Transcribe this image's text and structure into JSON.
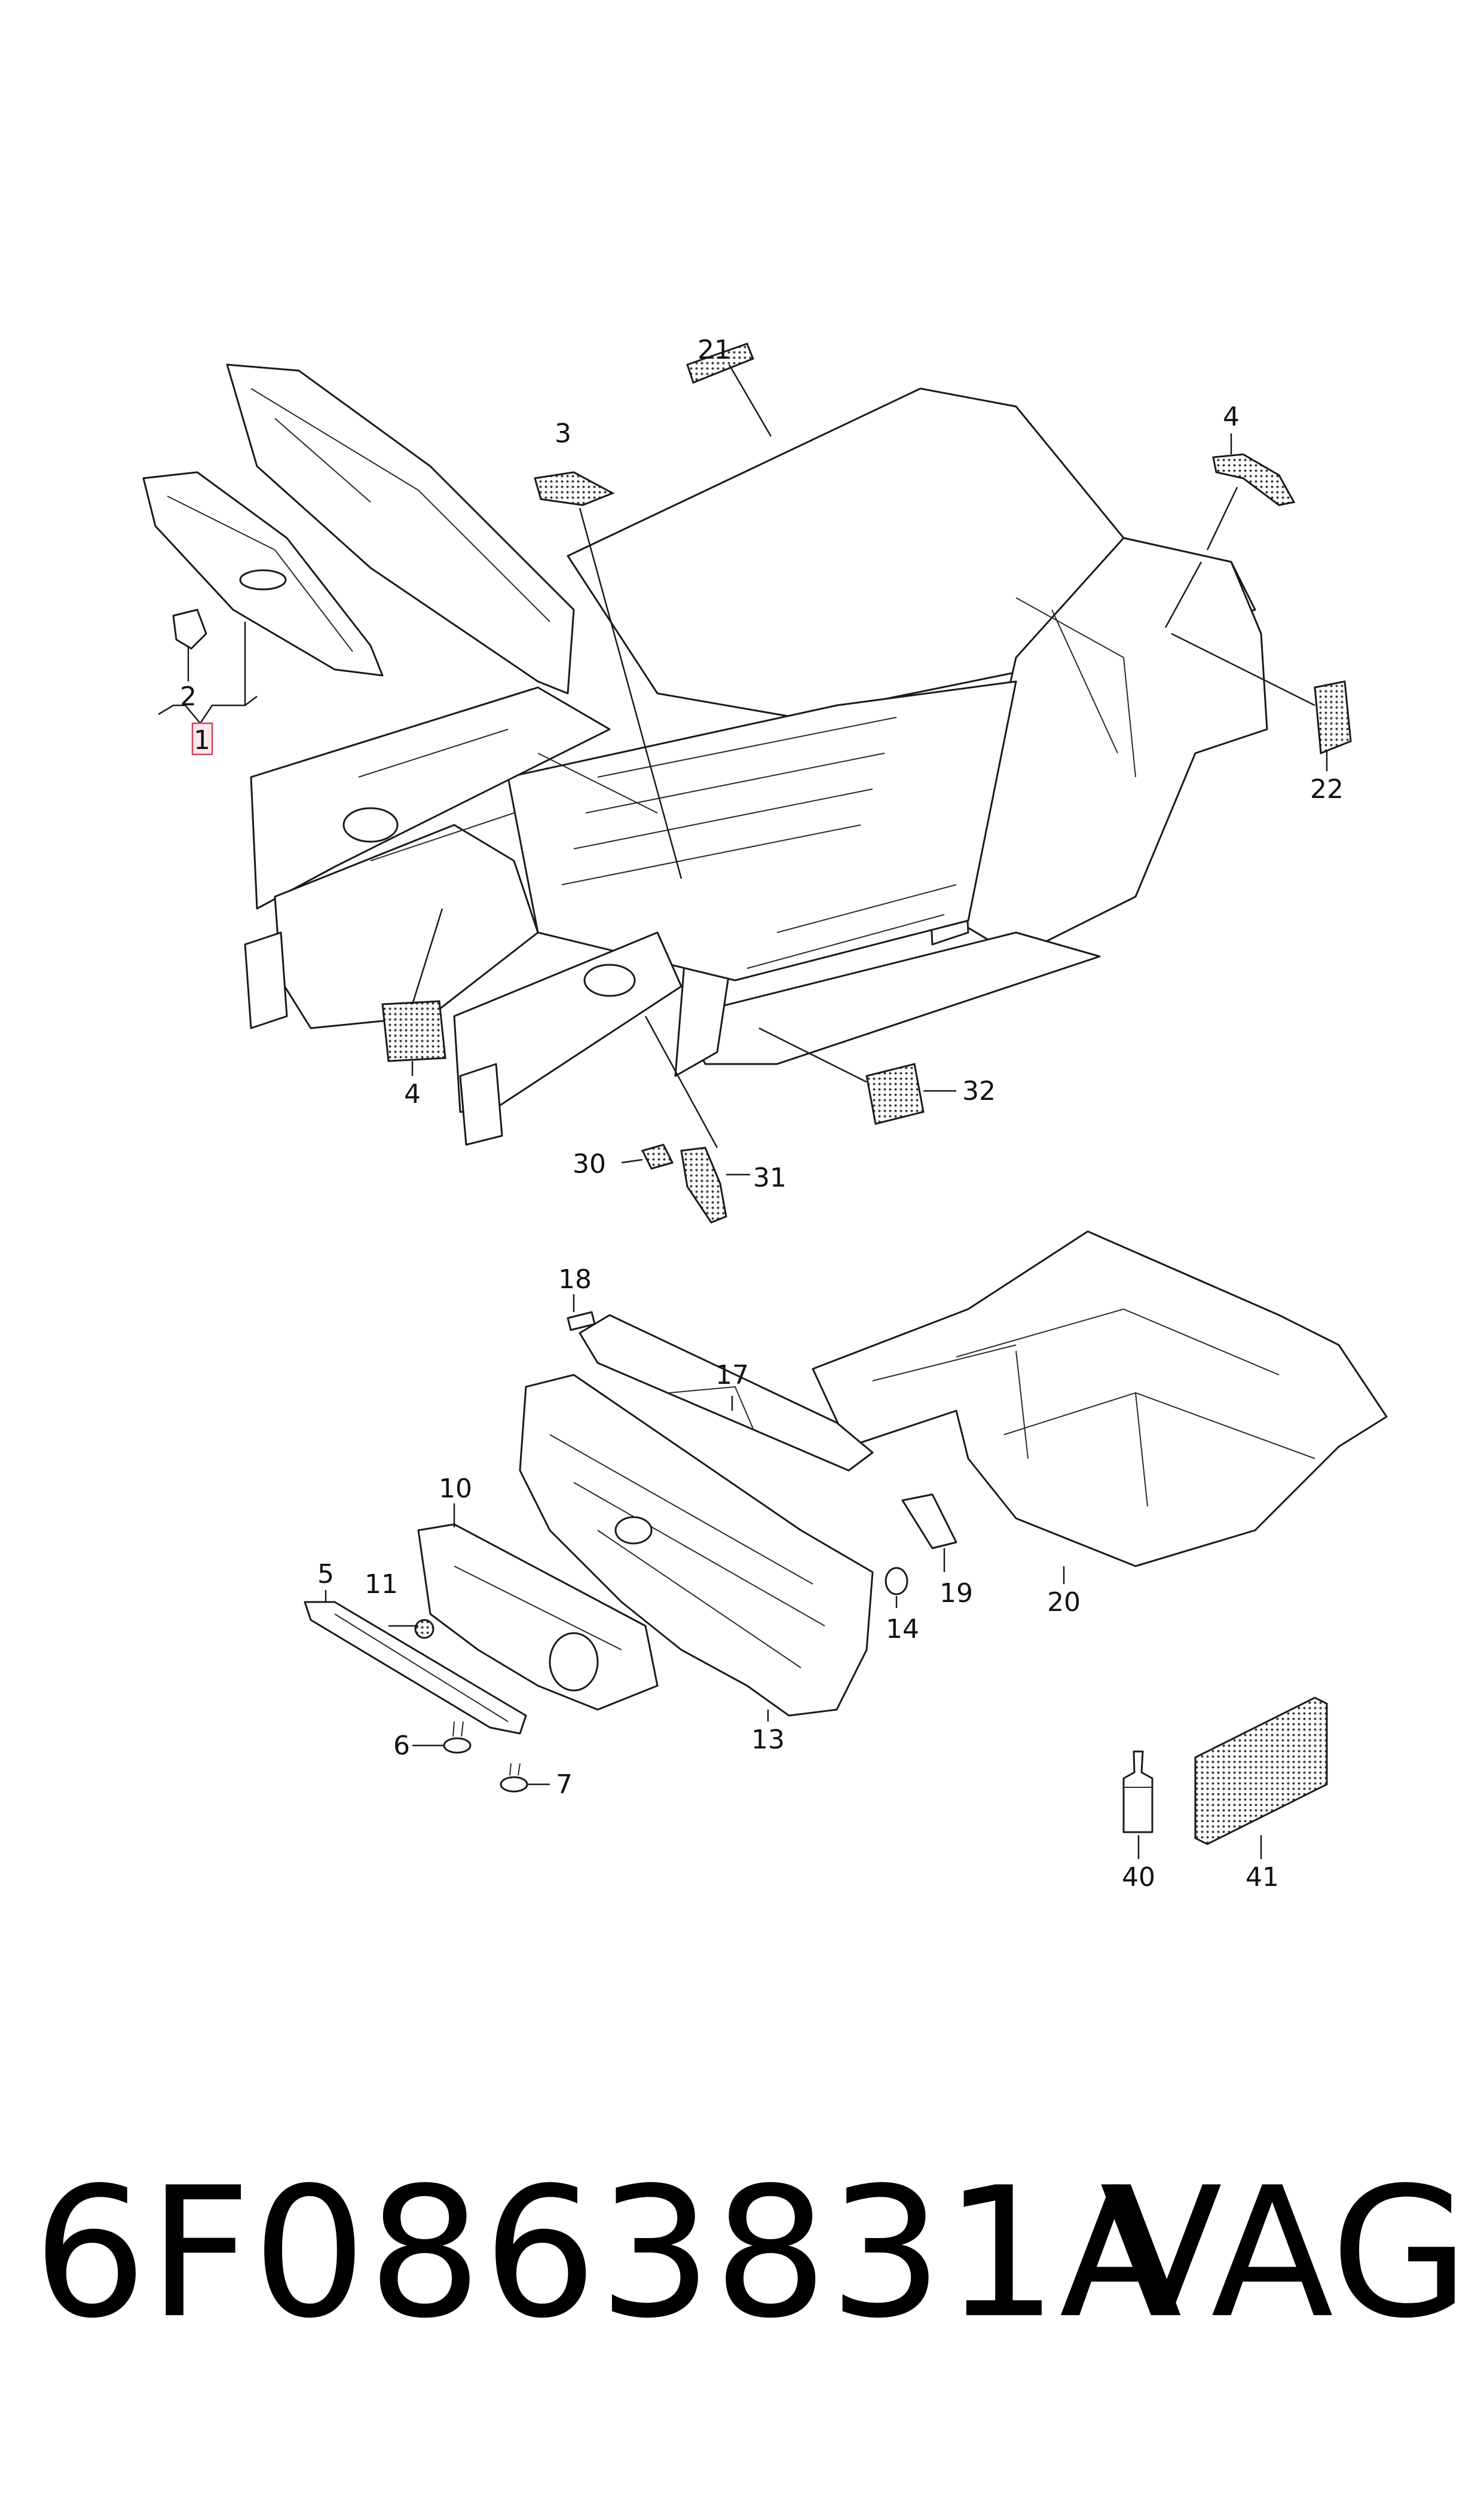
{
  "callouts": {
    "c1": "1",
    "c2": "2",
    "c3": "3",
    "c4a": "4",
    "c4b": "4",
    "c5": "5",
    "c6": "6",
    "c7": "7",
    "c10": "10",
    "c11": "11",
    "c13": "13",
    "c14": "14",
    "c17": "17",
    "c18": "18",
    "c19": "19",
    "c20": "20",
    "c21": "21",
    "c22": "22",
    "c30": "30",
    "c31": "31",
    "c32": "32",
    "c40": "40",
    "c41": "41"
  },
  "footer": {
    "part_number": "6F0863831A",
    "brand": "VAG"
  },
  "colors": {
    "line": "#1a1a1a",
    "highlight_fill": "#fde9ec",
    "highlight_border": "#d6405a"
  }
}
